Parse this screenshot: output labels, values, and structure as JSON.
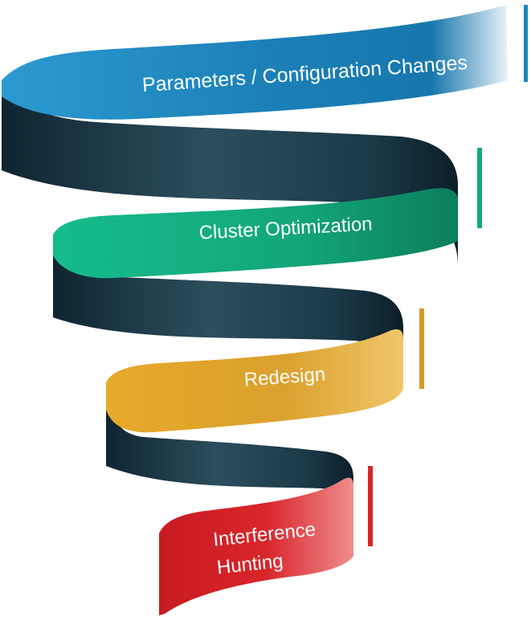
{
  "funnel": {
    "stages": [
      {
        "label": "Parameters / Configuration Changes",
        "color": "#1a86bd"
      },
      {
        "label": "Cluster Optimization",
        "color": "#1db386"
      },
      {
        "label": "Redesign",
        "color": "#e0a42a"
      },
      {
        "label": "Interference Hunting",
        "label_line1": "Interference",
        "label_line2": "Hunting",
        "color": "#d8262b"
      }
    ],
    "connector_color": "#1f3c4d"
  }
}
